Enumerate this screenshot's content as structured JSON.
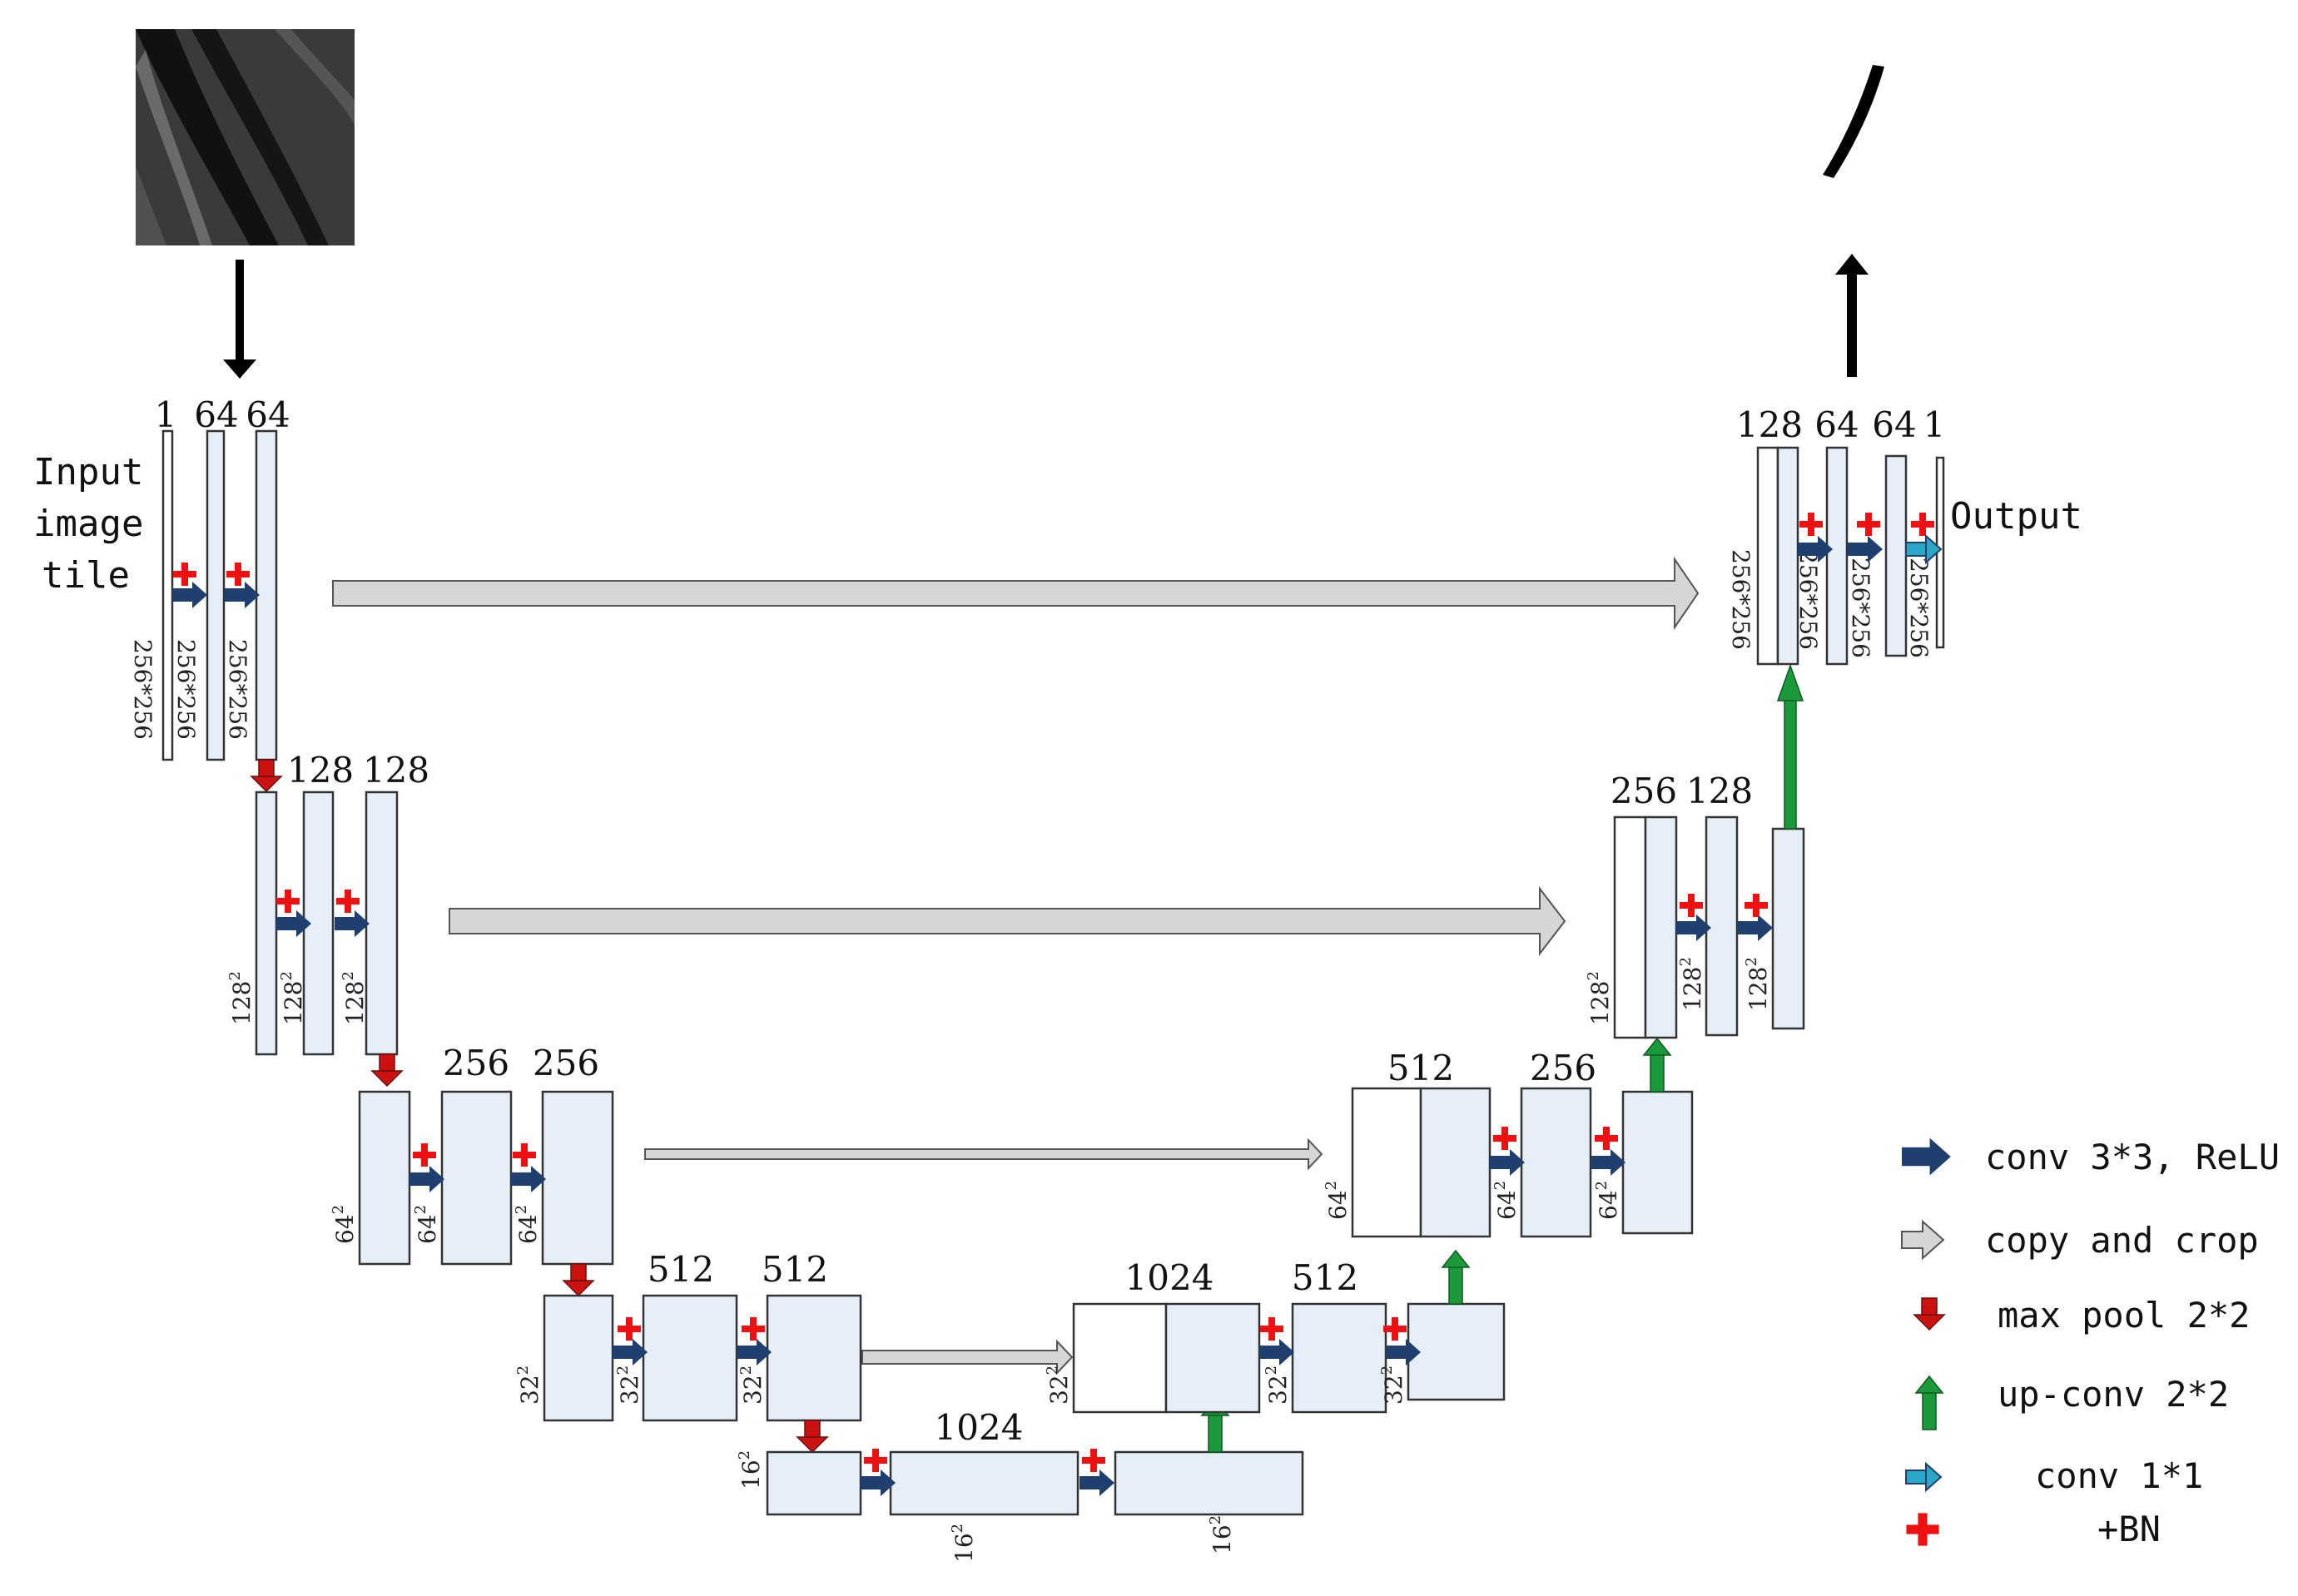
{
  "input": {
    "label_lines": [
      "Input",
      "image",
      "tile"
    ]
  },
  "output": {
    "label": "Output"
  },
  "channels": {
    "l1": [
      "1",
      "64",
      "64"
    ],
    "l2": [
      "128",
      "128"
    ],
    "l3": [
      "256",
      "256"
    ],
    "l4": [
      "512",
      "512"
    ],
    "bottom": "1024",
    "u4": [
      "1024",
      "512"
    ],
    "u3": [
      "512",
      "256"
    ],
    "u2": [
      "256",
      "128"
    ],
    "u1": [
      "128",
      "64",
      "64",
      "1"
    ]
  },
  "sizes": {
    "s256": "256*256",
    "s128": "128",
    "s64": "64",
    "s32": "32",
    "s16": "16",
    "sup": "2"
  },
  "legend": [
    {
      "icon": "conv-arrow-icon",
      "label": "conv 3*3, ReLU"
    },
    {
      "icon": "copy-crop-arrow-icon",
      "label": "copy and crop"
    },
    {
      "icon": "max-pool-arrow-icon",
      "label": "max pool 2*2"
    },
    {
      "icon": "up-conv-arrow-icon",
      "label": "up-conv 2*2"
    },
    {
      "icon": "conv1x1-arrow-icon",
      "label": "conv 1*1"
    },
    {
      "icon": "bn-plus-icon",
      "label": "+BN"
    }
  ],
  "colors": {
    "block_fill": "#e6eef8",
    "conv": "#1f3f6e",
    "copy": "#d4d4d4",
    "pool": "#cc1111",
    "upconv": "#1a9a3a",
    "conv1x1": "#2aa8c8",
    "bn": "#ee1111"
  }
}
